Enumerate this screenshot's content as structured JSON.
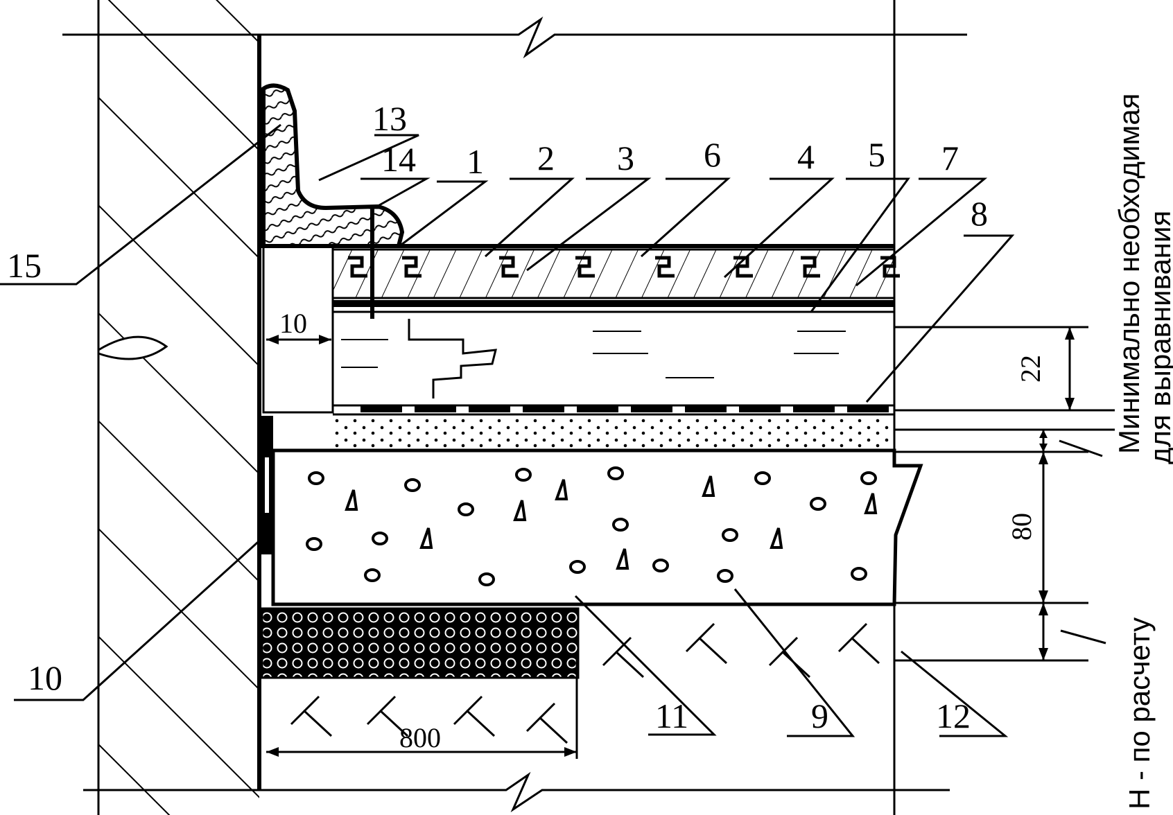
{
  "labels": {
    "l1": "1",
    "l2": "2",
    "l3": "3",
    "l4": "4",
    "l5": "5",
    "l6": "6",
    "l7": "7",
    "l8": "8",
    "l9": "9",
    "l10": "10",
    "l11": "11",
    "l12": "12",
    "l13": "13",
    "l14": "14",
    "l15": "15"
  },
  "dimensions": {
    "gap": "10",
    "leveling": "22",
    "slab": "80",
    "base_width": "800"
  },
  "notes": {
    "min_leveling_line1": "Минимально необходимая",
    "min_leveling_line2": "для выравнивания",
    "h_by_calc": "Н - по расчету"
  },
  "colors": {
    "ink": "#000000",
    "paper": "#ffffff"
  }
}
